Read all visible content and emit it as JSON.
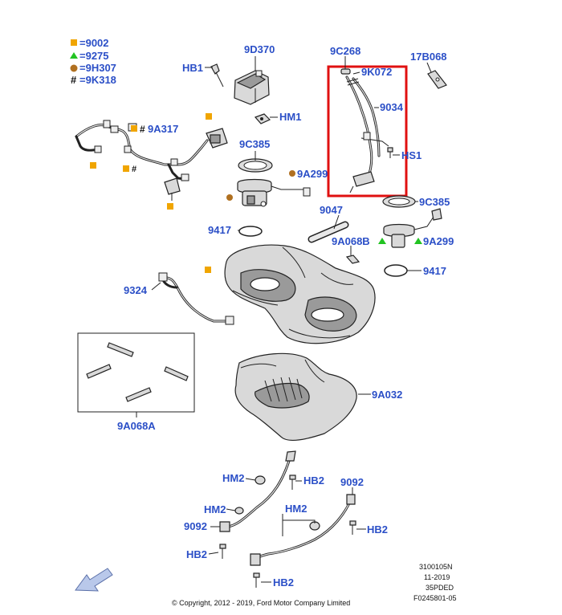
{
  "legend": [
    {
      "symbol": "square",
      "color": "#f0a500",
      "label": "=9002"
    },
    {
      "symbol": "triangle",
      "color": "#22c322",
      "label": "=9275"
    },
    {
      "symbol": "circle",
      "color": "#b07020",
      "label": "=9H307"
    },
    {
      "symbol": "hash",
      "color": "#111111",
      "label": "=9K318"
    }
  ],
  "callouts": {
    "9d370": "9D370",
    "hb1": "HB1",
    "hm1": "HM1",
    "9c268": "9C268",
    "9k072": "9K072",
    "17b068": "17B068",
    "9034": "9034",
    "hs1": "HS1",
    "9a317": "9A317",
    "9c385_left": "9C385",
    "9a299_left": "9A299",
    "9c385_right": "9C385",
    "9047": "9047",
    "9417_left": "9417",
    "9a068b": "9A068B",
    "9a299_right": "9A299",
    "9417_right": "9417",
    "9324": "9324",
    "9a032": "9A032",
    "9a068a": "9A068A",
    "hm2_top": "HM2",
    "hb2_top": "HB2",
    "9092_right": "9092",
    "hm2_mid": "HM2",
    "hm2_right": "HM2",
    "9092_left": "9092",
    "hb2_right": "HB2",
    "hb2_bottom_left": "HB2",
    "hb2_bottom": "HB2"
  },
  "marks": {
    "hash": "#"
  },
  "colors": {
    "callout": "#2b4fc7",
    "highlight": "#e01010",
    "square": "#f0a500",
    "triangle": "#22c322",
    "circle": "#b07020"
  },
  "footer": {
    "copyright": "© Copyright, 2012 - 2019, Ford Motor Company Limited",
    "code1": "3100105N",
    "code2": "11-2019",
    "code3": "35PDED",
    "code4": "F0245801-05"
  },
  "icons": {
    "direction": "front-arrow-icon"
  }
}
